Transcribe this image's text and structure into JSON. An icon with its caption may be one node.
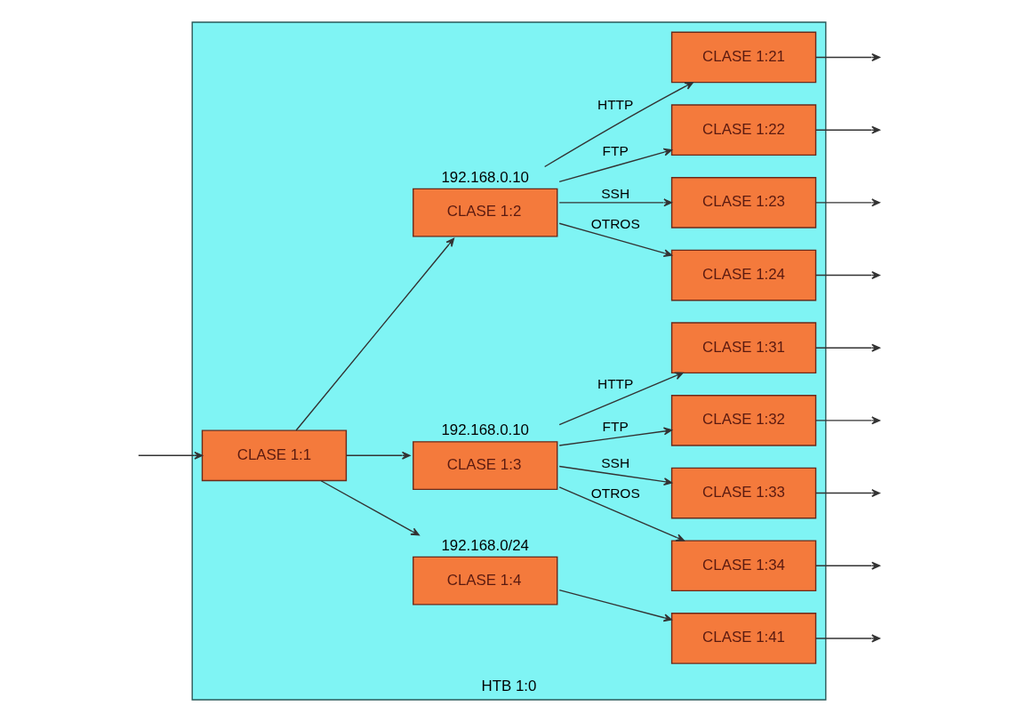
{
  "diagram": {
    "nodes": [
      {
        "text": [
          "HTB 1:0"
        ]
      },
      {
        "text": [
          "CLASE 1:1"
        ],
        "in": 0
      },
      {
        "text": [
          "CLASE 1:2"
        ],
        "beside": [
          "192.168.0.10"
        ],
        "in": 0
      },
      {
        "text": [
          "CLASE 1:3"
        ],
        "beside": [
          "192.168.0.10"
        ],
        "in": 0
      },
      {
        "text": [
          "CLASE 1:4"
        ],
        "beside": [
          "192.168.0/24"
        ],
        "in": 0
      },
      {
        "text": [
          "CLASE 1:21"
        ],
        "in": 0
      },
      {
        "text": [
          "CLASE 1:22"
        ],
        "in": 0
      },
      {
        "text": [
          "CLASE 1:23"
        ],
        "in": 0
      },
      {
        "text": [
          "CLASE 1:24"
        ],
        "in": 0
      },
      {
        "text": [
          "CLASE 1:31"
        ],
        "in": 0
      },
      {
        "text": [
          "CLASE 1:32"
        ],
        "in": 0
      },
      {
        "text": [
          "CLASE 1:33"
        ],
        "in": 0
      },
      {
        "text": [
          "CLASE 1:34"
        ],
        "in": 0
      },
      {
        "text": [
          "CLASE 1:41"
        ],
        "in": 0
      }
    ],
    "edges": [
      {
        "from": null,
        "to": 1,
        "arrow": "to"
      },
      {
        "from": 1,
        "to": 2,
        "arrow": "to"
      },
      {
        "from": 1,
        "to": 3,
        "arrow": "to"
      },
      {
        "from": 1,
        "to": 4,
        "arrow": "to"
      },
      {
        "from": 2,
        "to": 5,
        "arrow": "to",
        "label": "HTTP"
      },
      {
        "from": 2,
        "to": 6,
        "arrow": "to",
        "label": "FTP"
      },
      {
        "from": 2,
        "to": 7,
        "arrow": "to",
        "label": "SSH"
      },
      {
        "from": 2,
        "to": 8,
        "arrow": "to",
        "label": "OTROS"
      },
      {
        "from": 3,
        "to": 9,
        "arrow": "to",
        "label": "HTTP"
      },
      {
        "from": 3,
        "to": 10,
        "arrow": "to",
        "label": "FTP"
      },
      {
        "from": 3,
        "to": 11,
        "arrow": "to",
        "label": "SSH"
      },
      {
        "from": 3,
        "to": 12,
        "arrow": "to",
        "label": "OTROS"
      },
      {
        "from": 4,
        "to": 13,
        "arrow": "to"
      },
      {
        "from": 5,
        "to": null,
        "arrow": "to"
      },
      {
        "from": 6,
        "to": null,
        "arrow": "to"
      },
      {
        "from": 7,
        "to": null,
        "arrow": "to"
      },
      {
        "from": 8,
        "to": null,
        "arrow": "to"
      },
      {
        "from": 9,
        "to": null,
        "arrow": "to"
      },
      {
        "from": 10,
        "to": null,
        "arrow": "to"
      },
      {
        "from": 11,
        "to": null,
        "arrow": "to"
      },
      {
        "from": 12,
        "to": null,
        "arrow": "to"
      },
      {
        "from": 13,
        "to": null,
        "arrow": "to"
      }
    ]
  }
}
